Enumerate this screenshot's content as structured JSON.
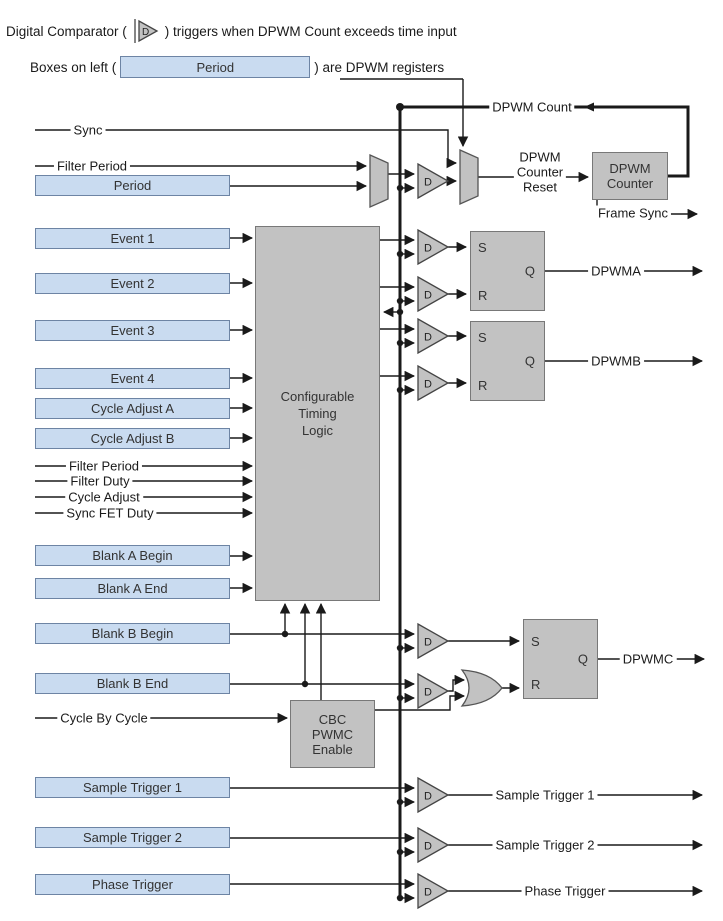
{
  "legend": {
    "line1_prefix": "Digital Comparator (",
    "line1_suffix": ") triggers when DPWM Count exceeds time input",
    "comparator_glyph": "D",
    "line2_prefix": "Boxes on left (",
    "sample_register": "Period",
    "line2_suffix": ") are DPWM registers"
  },
  "registers": [
    "Period",
    "Event 1",
    "Event 2",
    "Event 3",
    "Event 4",
    "Cycle Adjust A",
    "Cycle Adjust B",
    "Blank A Begin",
    "Blank A End",
    "Blank B Begin",
    "Blank B End",
    "Sample Trigger 1",
    "Sample Trigger 2",
    "Phase Trigger"
  ],
  "wire_inputs": {
    "sync": "Sync",
    "filter_period_top": "Filter Period",
    "filter_period": "Filter Period",
    "filter_duty": "Filter Duty",
    "cycle_adjust": "Cycle Adjust",
    "sync_fet_duty": "Sync FET Duty",
    "cycle_by_cycle": "Cycle By Cycle"
  },
  "blocks": {
    "timing_logic": [
      "Configurable",
      "Timing",
      "Logic"
    ],
    "dpwm_counter": [
      "DPWM",
      "Counter"
    ],
    "cbc_enable": [
      "CBC",
      "PWMC",
      "Enable"
    ],
    "counter_reset": [
      "DPWM",
      "Counter",
      "Reset"
    ],
    "latch": {
      "s": "S",
      "r": "R",
      "q": "Q"
    }
  },
  "outputs": {
    "dpwm_count": "DPWM Count",
    "frame_sync": "Frame Sync",
    "dpwma": "DPWMA",
    "dpwmb": "DPWMB",
    "dpwmc": "DPWMC",
    "sample_trigger_1": "Sample Trigger 1",
    "sample_trigger_2": "Sample Trigger 2",
    "phase_trigger": "Phase Trigger"
  },
  "comparator_glyph": "D",
  "colors": {
    "register_fill": "#c9dbf0",
    "register_border": "#6d84a4",
    "block_fill": "#c2c2c2",
    "block_border": "#787878",
    "wire": "#1a1a1a"
  }
}
